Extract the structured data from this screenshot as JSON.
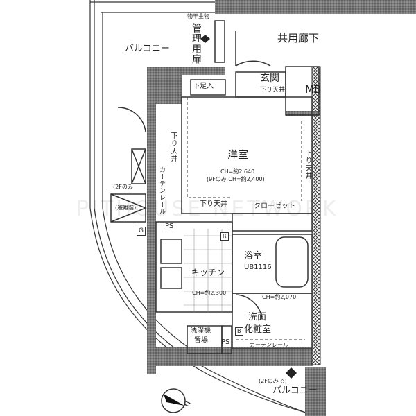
{
  "watermark": "PITHOUSE NETWORK",
  "labels": {
    "hoshi": "物干金物",
    "kanri": "管理用扉",
    "balcony_top": "バルコニー",
    "corridor": "共用廊下",
    "genkan": "玄関",
    "genkan_ceiling": "下り天井",
    "getabako": "下足入",
    "mb": "MB",
    "youshitsu": "洋室",
    "ch_main": "CH=約2,640",
    "ch_9f": "(9Fのみ CH=約2,400)",
    "ceiling_left": "下り天井",
    "ceiling_right": "下り天井",
    "ceiling_bottom": "下り天井",
    "curtain_left": "カーテンレール",
    "closet": "クローゼット",
    "only_2f": "(2Fのみ",
    "hinan": "(避難階)",
    "g": "G",
    "ps_top": "PS",
    "r": "R",
    "bath": "浴室",
    "ub": "UB1116",
    "kitchen": "キッチン",
    "ch_kitchen": "CH=約2,300",
    "ch_wash": "CH=約2,070",
    "senmen1": "洗面",
    "senmen2": "化粧室",
    "b": "B",
    "washer1": "洗濯機",
    "washer2": "置場",
    "ps_bottom": "PS",
    "curtain_bottom": "カーテンレール",
    "only_2f_bottom": "(2Fのみ ◇)",
    "balcony_bottom": "バルコニー",
    "compass_n": "N"
  }
}
